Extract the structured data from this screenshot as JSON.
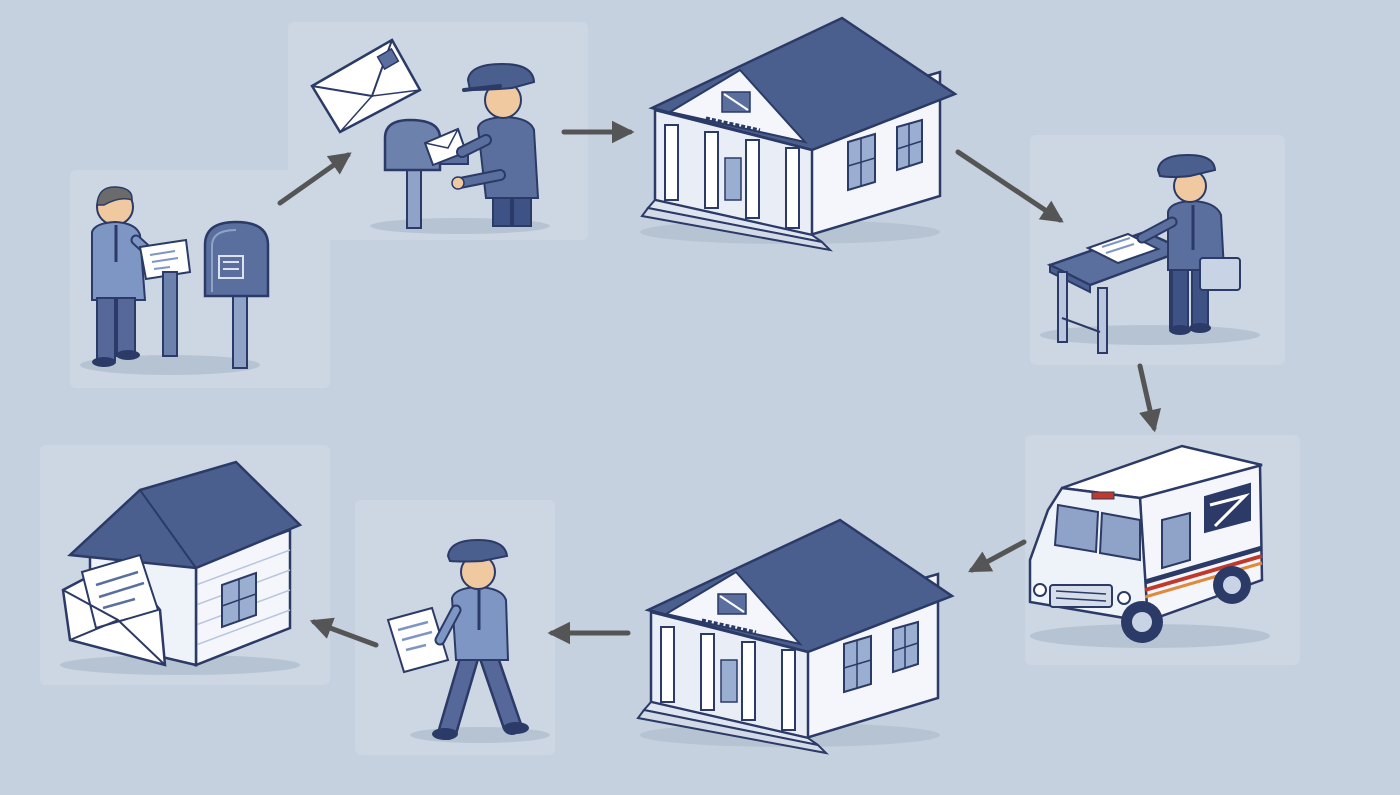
{
  "diagram": {
    "kind": "mail-delivery-cycle",
    "stage_count": 8,
    "stages": [
      {
        "id": "sender-at-mailbox",
        "icon": "sender-at-mailbox-icon"
      },
      {
        "id": "carrier-collects-mail",
        "icon": "carrier-collects-mail-icon"
      },
      {
        "id": "origin-post-office",
        "icon": "post-office-icon"
      },
      {
        "id": "clerk-sorting-mail",
        "icon": "clerk-sorting-icon"
      },
      {
        "id": "delivery-truck",
        "icon": "mail-truck-icon"
      },
      {
        "id": "destination-post-office",
        "icon": "post-office-icon"
      },
      {
        "id": "carrier-delivering-mail",
        "icon": "walking-carrier-icon"
      },
      {
        "id": "recipient-house",
        "icon": "house-with-envelope-icon"
      }
    ],
    "flow": [
      "sender-at-mailbox",
      "carrier-collects-mail",
      "origin-post-office",
      "clerk-sorting-mail",
      "delivery-truck",
      "destination-post-office",
      "carrier-delivering-mail",
      "recipient-house"
    ],
    "colors": {
      "background": "#c5d1de",
      "primary_blue": "#5b6f9e",
      "roof_blue": "#4b5f8e",
      "outline": "#2b3a66",
      "arrow": "#555555",
      "building_white": "#f4f6fb",
      "skin": "#f1c9a0",
      "stripe_red": "#c0392b",
      "stripe_orange": "#e08a3c"
    }
  }
}
